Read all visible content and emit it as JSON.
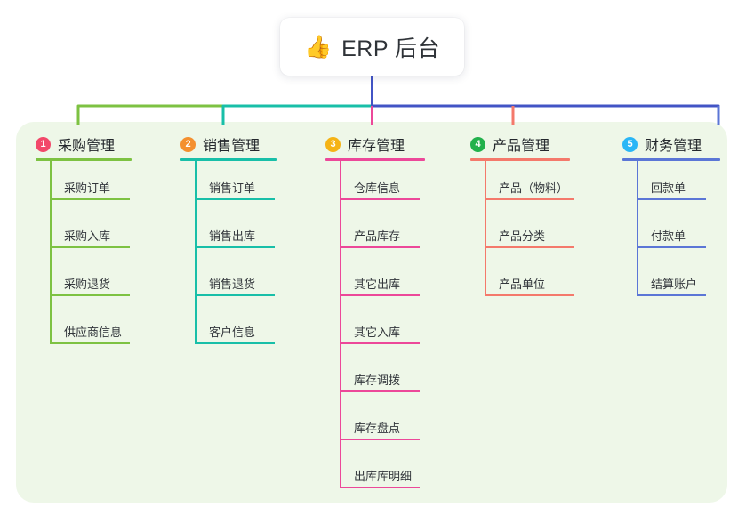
{
  "diagram": {
    "type": "mindmap",
    "root": {
      "icon": "thumbs-up-icon",
      "emoji": "👍",
      "title": "ERP 后台"
    },
    "palette": {
      "canvas_bg": "#ffffff",
      "panel_bg": "#eef7e8",
      "root_line": "#4254c5",
      "text": "#33373c"
    },
    "columns": [
      {
        "number": "1",
        "title": "采购管理",
        "badge_color": "#f2486a",
        "line_color": "#7dc242",
        "items": [
          {
            "label": "采购订单"
          },
          {
            "label": "采购入库"
          },
          {
            "label": "采购退货"
          },
          {
            "label": "供应商信息"
          }
        ]
      },
      {
        "number": "2",
        "title": "销售管理",
        "badge_color": "#f4902f",
        "line_color": "#18bfa8",
        "items": [
          {
            "label": "销售订单"
          },
          {
            "label": "销售出库"
          },
          {
            "label": "销售退货"
          },
          {
            "label": "客户信息"
          }
        ]
      },
      {
        "number": "3",
        "title": "库存管理",
        "badge_color": "#f5b315",
        "line_color": "#ec4899",
        "items": [
          {
            "label": "仓库信息"
          },
          {
            "label": "产品库存"
          },
          {
            "label": "其它出库"
          },
          {
            "label": "其它入库"
          },
          {
            "label": "库存调拨"
          },
          {
            "label": "库存盘点"
          },
          {
            "label": "出库库明细"
          }
        ]
      },
      {
        "number": "4",
        "title": "产品管理",
        "badge_color": "#22b14c",
        "line_color": "#f4796b",
        "items": [
          {
            "label": "产品（物料）"
          },
          {
            "label": "产品分类"
          },
          {
            "label": "产品单位"
          }
        ]
      },
      {
        "number": "5",
        "title": "财务管理",
        "badge_color": "#29b6f6",
        "line_color": "#5b76d6",
        "items": [
          {
            "label": "回款单"
          },
          {
            "label": "付款单"
          },
          {
            "label": "结算账户"
          }
        ]
      }
    ]
  }
}
